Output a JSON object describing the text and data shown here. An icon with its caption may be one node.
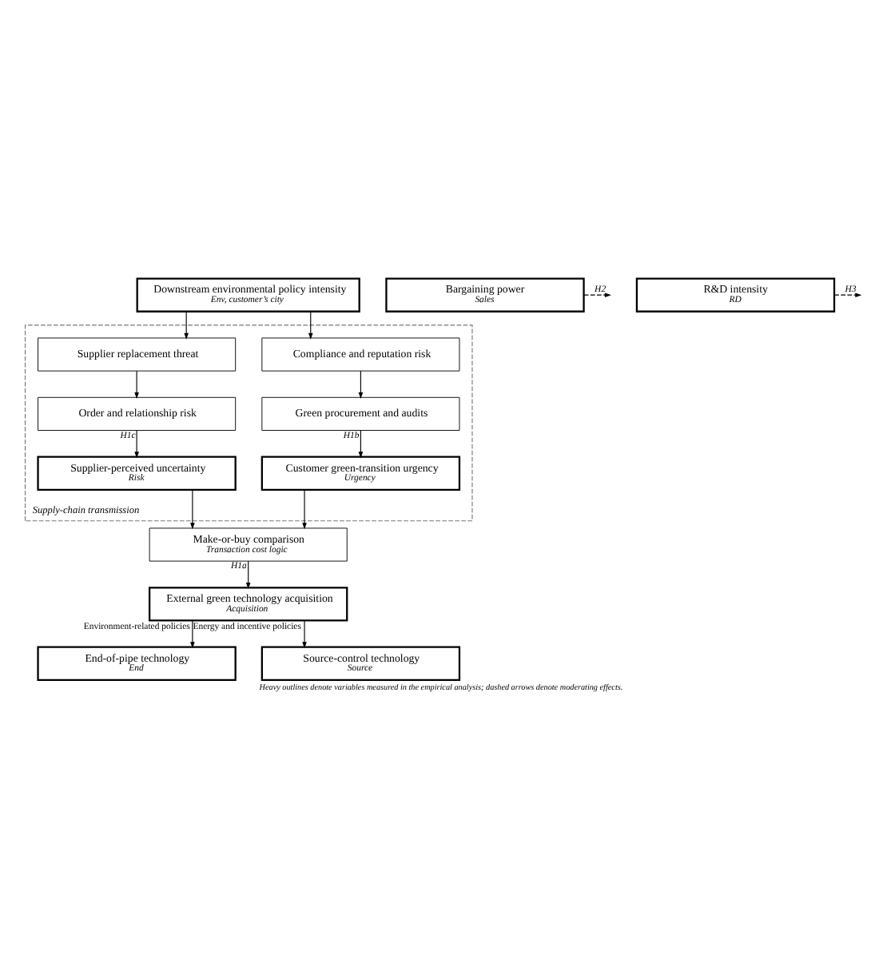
{
  "diagram": {
    "caption": "Heavy outlines denote variables measured in the empirical analysis; dashed arrows denote moderating effects.",
    "nodes": [
      {
        "text": [
          "Downstream environmental policy intensity",
          "Env, customer’s city"
        ]
      },
      {
        "text": [
          "Supply-chain transmission"
        ]
      },
      {
        "text": [
          "Compliance and reputation risk"
        ],
        "in": 1
      },
      {
        "text": [
          "Supplier replacement threat"
        ],
        "in": 1
      },
      {
        "text": [
          "Green procurement and audits"
        ],
        "in": 1
      },
      {
        "text": [
          "Order and relationship risk"
        ],
        "in": 1
      },
      {
        "text": [
          "Customer green-transition urgency",
          "Urgency"
        ],
        "in": 1
      },
      {
        "text": [
          "Supplier-perceived uncertainty",
          "Risk"
        ],
        "in": 1
      },
      {
        "text": [
          "Make-or-buy comparison",
          "Transaction cost logic"
        ]
      },
      {
        "text": [
          "Bargaining power",
          "Sales"
        ]
      },
      {
        "text": [
          "R&D intensity",
          "RD"
        ]
      },
      {
        "text": [
          "External green technology acquisition",
          "Acquisition"
        ]
      },
      {
        "text": [
          "End-of-pipe technology",
          "End"
        ]
      },
      {
        "text": [
          "Source-control technology",
          "Source"
        ]
      }
    ],
    "edges": [
      {
        "from": 0,
        "to": 2,
        "arrow": "to"
      },
      {
        "from": 0,
        "to": 3,
        "arrow": "to"
      },
      {
        "from": 2,
        "to": 4,
        "arrow": "to"
      },
      {
        "from": 3,
        "to": 5,
        "arrow": "to"
      },
      {
        "from": 4,
        "to": 6,
        "arrow": "to",
        "label": "H1b"
      },
      {
        "from": 5,
        "to": 7,
        "arrow": "to",
        "label": "H1c"
      },
      {
        "from": 6,
        "to": 8,
        "arrow": "to"
      },
      {
        "from": 7,
        "to": 8,
        "arrow": "to"
      },
      {
        "from": 8,
        "to": 11,
        "arrow": "to",
        "label": "H1a"
      },
      {
        "from": 9,
        "to": null,
        "arrow": "to",
        "label": "H2",
        "style": "dashed"
      },
      {
        "from": 10,
        "to": null,
        "arrow": "to",
        "label": "H3",
        "style": "dashed"
      },
      {
        "from": 11,
        "to": 12,
        "arrow": "to",
        "label": "Environment-related policies"
      },
      {
        "from": 11,
        "to": 13,
        "arrow": "to",
        "label": "Energy and incentive policies"
      }
    ]
  }
}
